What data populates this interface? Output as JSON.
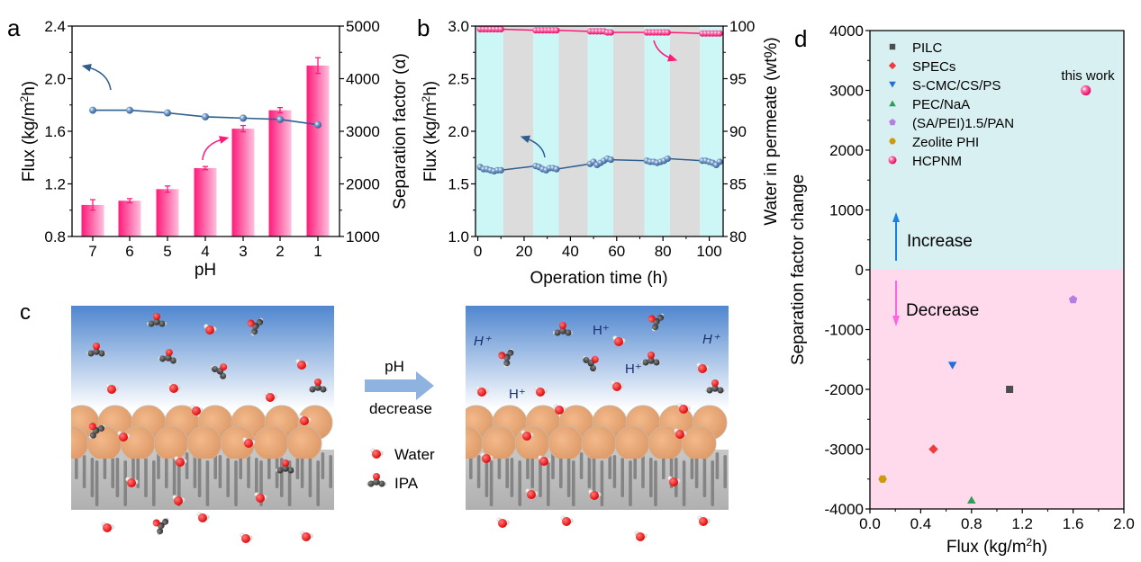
{
  "panel_labels": {
    "a": "a",
    "b": "b",
    "c": "c",
    "d": "d"
  },
  "colors": {
    "bar_pink_dark": "#ff1a7a",
    "bar_pink_light": "#ffb8da",
    "line_blue": "#2f5f8f",
    "marker_blue": "#4a74a8",
    "pink_line": "#ff1a7a",
    "band_cyan": "#cdf6f6",
    "band_gray": "#dcdcdc",
    "d_top_bg": "#d9f0f2",
    "d_bottom_bg": "#ffdaec",
    "arrow_up": "#1a7fe8",
    "arrow_down": "#ff66dd",
    "sky_top": "#4f86cf",
    "sky_bottom": "#ffffff",
    "sphere": "#e8a774",
    "substrate": "#b9b9b9",
    "pore": "#7a7a7a",
    "h_plus": "#1a2f6f",
    "arrow_c": "#8fb3e0"
  },
  "chart_data": [
    {
      "id": "a",
      "type": "bar+line",
      "title": "",
      "xlabel": "pH",
      "ylabel_left": "Flux (kg/m²h)",
      "ylabel_left_parts": [
        "Flux (kg/m",
        "2",
        "h)"
      ],
      "ylabel_right": "Separation factor (α)",
      "categories": [
        "7",
        "6",
        "5",
        "4",
        "3",
        "2",
        "1"
      ],
      "ylim_left": [
        0.8,
        2.4
      ],
      "yticks_left": [
        "0.8",
        "1.2",
        "1.6",
        "2.0",
        "2.4"
      ],
      "ytick_values_left": [
        0.8,
        1.2,
        1.6,
        2.0,
        2.4
      ],
      "ylim_right": [
        1000,
        5000
      ],
      "yticks_right": [
        "1000",
        "2000",
        "3000",
        "4000",
        "5000"
      ],
      "ytick_values_right": [
        1000,
        2000,
        3000,
        4000,
        5000
      ],
      "series": [
        {
          "name": "Separation factor",
          "type": "bar",
          "axis": "right",
          "values": [
            1600,
            1680,
            1900,
            2300,
            3050,
            3400,
            4250
          ],
          "errors": [
            100,
            40,
            60,
            30,
            60,
            50,
            150
          ]
        },
        {
          "name": "Flux",
          "type": "line",
          "axis": "left",
          "values": [
            1.76,
            1.76,
            1.74,
            1.71,
            1.7,
            1.69,
            1.65
          ],
          "errors": [
            0.015,
            0.015,
            0.012,
            0.02,
            0.012,
            0.012,
            0.02
          ]
        }
      ],
      "annotations": [
        "arrow from line pointing to left axis",
        "arrow from bars pointing to right axis"
      ],
      "grid": false
    },
    {
      "id": "b",
      "type": "line",
      "title": "",
      "xlabel": "Operation time (h)",
      "ylabel_left": "Flux (kg/m²h)",
      "ylabel_left_parts": [
        "Flux (kg/m",
        "2",
        "h)"
      ],
      "ylabel_right": "Water in permeate (wt%)",
      "xlim": [
        -1,
        106
      ],
      "xticks": [
        "0",
        "20",
        "40",
        "60",
        "80",
        "100"
      ],
      "xtick_values": [
        0,
        20,
        40,
        60,
        80,
        100
      ],
      "ylim_left": [
        1.0,
        3.0
      ],
      "yticks_left": [
        "1.0",
        "1.5",
        "2.0",
        "2.5",
        "3.0"
      ],
      "ytick_values_left": [
        1.0,
        1.5,
        2.0,
        2.5,
        3.0
      ],
      "ylim_right": [
        80,
        100
      ],
      "yticks_right": [
        "80",
        "85",
        "90",
        "95",
        "100"
      ],
      "ytick_values_right": [
        80,
        85,
        90,
        95,
        100
      ],
      "bands": [
        {
          "from": -1,
          "to": 11,
          "kind": "cyan"
        },
        {
          "from": 11,
          "to": 24,
          "kind": "gray"
        },
        {
          "from": 24,
          "to": 35,
          "kind": "cyan"
        },
        {
          "from": 35,
          "to": 47.5,
          "kind": "gray"
        },
        {
          "from": 47.5,
          "to": 58.5,
          "kind": "cyan"
        },
        {
          "from": 58.5,
          "to": 72,
          "kind": "gray"
        },
        {
          "from": 72,
          "to": 83,
          "kind": "cyan"
        },
        {
          "from": 83,
          "to": 96,
          "kind": "gray"
        },
        {
          "from": 96,
          "to": 106,
          "kind": "cyan"
        }
      ],
      "series": [
        {
          "name": "Flux",
          "axis": "left",
          "segments": [
            {
              "x": [
                1,
                2.5,
                4,
                5.5,
                7,
                8.5,
                10
              ],
              "y": [
                1.66,
                1.64,
                1.64,
                1.63,
                1.62,
                1.63,
                1.63
              ]
            },
            {
              "x": [
                25,
                26.5,
                28,
                29.5,
                31,
                32.5,
                34
              ],
              "y": [
                1.67,
                1.66,
                1.64,
                1.63,
                1.65,
                1.65,
                1.64
              ]
            },
            {
              "x": [
                48.5,
                50,
                51.5,
                53,
                54.5,
                56,
                57.5
              ],
              "y": [
                1.69,
                1.71,
                1.68,
                1.7,
                1.72,
                1.74,
                1.73
              ]
            },
            {
              "x": [
                73,
                74.5,
                76,
                77.5,
                79,
                80.5,
                82
              ],
              "y": [
                1.72,
                1.71,
                1.71,
                1.7,
                1.71,
                1.72,
                1.74
              ]
            },
            {
              "x": [
                97,
                98.5,
                100,
                101.5,
                103,
                104.5
              ],
              "y": [
                1.72,
                1.72,
                1.71,
                1.7,
                1.68,
                1.71
              ]
            }
          ]
        },
        {
          "name": "Water in permeate",
          "axis": "right",
          "segments": [
            {
              "x": [
                1,
                2.5,
                4,
                5.5,
                7,
                8.5,
                10
              ],
              "y": [
                99.7,
                99.7,
                99.7,
                99.7,
                99.7,
                99.7,
                99.7
              ]
            },
            {
              "x": [
                25,
                26.5,
                28,
                29.5,
                31,
                32.5,
                34
              ],
              "y": [
                99.6,
                99.6,
                99.6,
                99.6,
                99.6,
                99.6,
                99.6
              ]
            },
            {
              "x": [
                48.5,
                50,
                51.5,
                53,
                54.5,
                56,
                57.5
              ],
              "y": [
                99.5,
                99.5,
                99.5,
                99.5,
                99.5,
                99.4,
                99.4
              ]
            },
            {
              "x": [
                73,
                74.5,
                76,
                77.5,
                79,
                80.5,
                82
              ],
              "y": [
                99.4,
                99.4,
                99.4,
                99.4,
                99.4,
                99.4,
                99.4
              ]
            },
            {
              "x": [
                97,
                98.5,
                100,
                101.5,
                103,
                104.5
              ],
              "y": [
                99.3,
                99.3,
                99.3,
                99.3,
                99.3,
                99.3
              ]
            }
          ]
        }
      ],
      "grid": false
    },
    {
      "id": "d",
      "type": "scatter",
      "title": "",
      "xlabel": "Flux (kg/m²h)",
      "xlabel_parts": [
        "Flux (kg/m",
        "2",
        "h)"
      ],
      "ylabel": "Separation factor change",
      "xlim": [
        0.0,
        2.0
      ],
      "xticks": [
        "0.0",
        "0.4",
        "0.8",
        "1.2",
        "1.6",
        "2.0"
      ],
      "xtick_values": [
        0.0,
        0.4,
        0.8,
        1.2,
        1.6,
        2.0
      ],
      "ylim": [
        -4000,
        4000
      ],
      "yticks": [
        "-4000",
        "-3000",
        "-2000",
        "-1000",
        "0",
        "1000",
        "2000",
        "3000",
        "4000"
      ],
      "ytick_values": [
        -4000,
        -3000,
        -2000,
        -1000,
        0,
        1000,
        2000,
        3000,
        4000
      ],
      "legend_position": "top-left",
      "series": [
        {
          "name": "PILC",
          "marker": "square",
          "color": "#4d4d4d",
          "x": 1.1,
          "y": -2000
        },
        {
          "name": "SPECs",
          "marker": "diamond",
          "color": "#ef3b3b",
          "x": 0.5,
          "y": -3000
        },
        {
          "name": "S-CMC/CS/PS",
          "marker": "triangle-down",
          "color": "#1f6fdc",
          "x": 0.65,
          "y": -1600
        },
        {
          "name": "PEC/NaA",
          "marker": "triangle-up",
          "color": "#2f9e5a",
          "x": 0.8,
          "y": -3850
        },
        {
          "name": "(SA/PEI)1.5/PAN",
          "marker": "pentagon",
          "color": "#b57ee0",
          "x": 1.6,
          "y": -500
        },
        {
          "name": "Zeolite PHI",
          "marker": "hexagon",
          "color": "#cc9a10",
          "x": 0.1,
          "y": -3500
        },
        {
          "name": "HCPNM",
          "marker": "sphere",
          "color": "#ff1a7a",
          "x": 1.7,
          "y": 3000
        }
      ],
      "annotations": {
        "this_work": "this work",
        "increase": "Increase",
        "decrease": "Decrease"
      },
      "grid": false
    }
  ],
  "panel_c": {
    "arrow_top_label": "pH",
    "arrow_bottom_label": "decrease",
    "legend": [
      {
        "icon": "water-molecule-icon",
        "label": "Water"
      },
      {
        "icon": "ipa-molecule-icon",
        "label": "IPA"
      }
    ],
    "h_plus_labels": [
      "H⁺",
      "H⁺",
      "H⁺",
      "H⁺",
      "H⁺"
    ]
  }
}
